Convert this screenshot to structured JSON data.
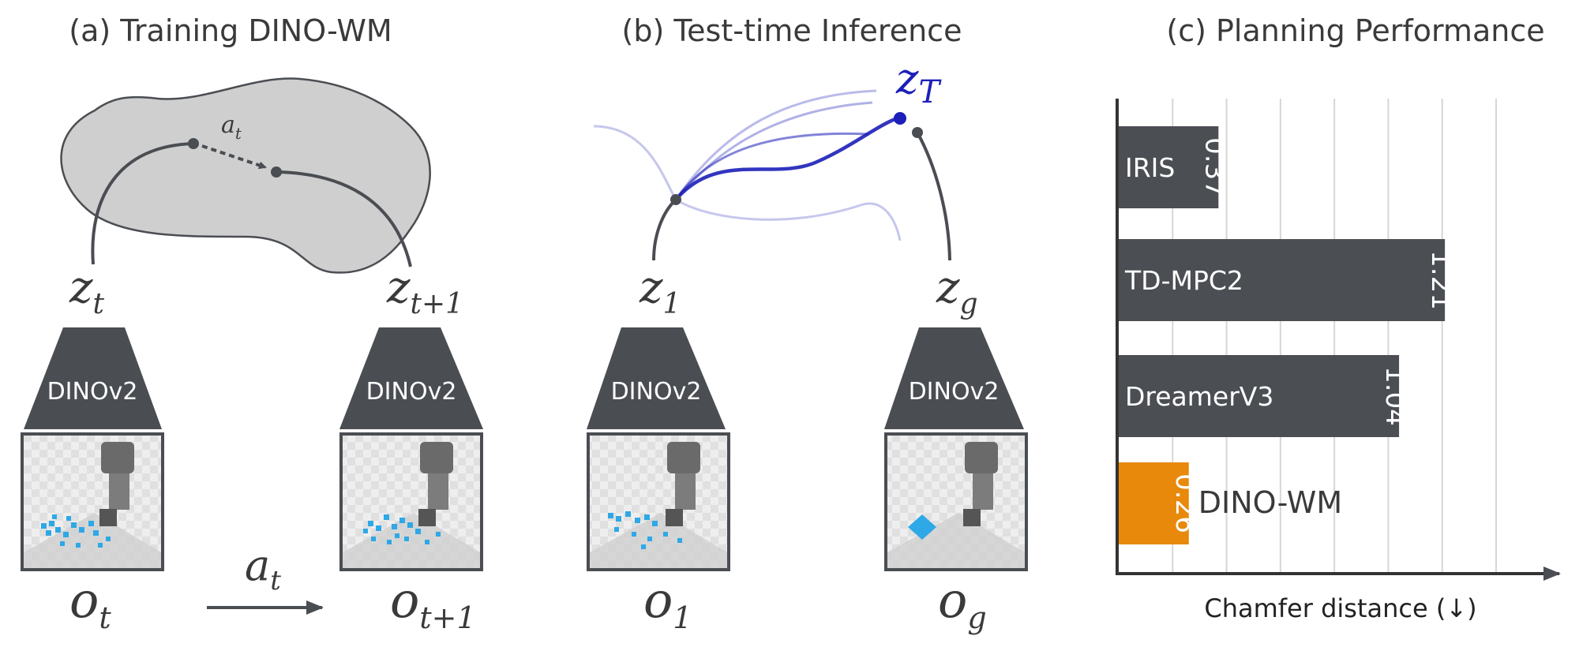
{
  "panels": {
    "a": {
      "title": "(a) Training DINO-WM"
    },
    "b": {
      "title": "(b) Test-time Inference"
    },
    "c": {
      "title": "(c) Planning Performance"
    }
  },
  "latents": {
    "z_t": "z",
    "z_t_sub": "t",
    "z_t1": "z",
    "z_t1_sub": "t+1",
    "z_1": "z",
    "z_1_sub": "1",
    "z_g": "z",
    "z_g_sub": "g",
    "z_T": "z",
    "z_T_sub": "T"
  },
  "observations": {
    "o_t": "o",
    "o_t_sub": "t",
    "o_t1": "o",
    "o_t1_sub": "t+1",
    "o_1": "o",
    "o_1_sub": "1",
    "o_g": "o",
    "o_g_sub": "g"
  },
  "actions": {
    "a_latent": "a",
    "a_latent_sub": "t",
    "a_obs": "a",
    "a_obs_sub": "t"
  },
  "encoders": [
    "DINOv2",
    "DINOv2",
    "DINOv2",
    "DINOv2"
  ],
  "colors": {
    "dark_gray": "#4a4d52",
    "bar_gray": "#4b4e53",
    "highlight": "#e8890c",
    "blue": "#1c1fb8",
    "manifold": "#cfcfcf",
    "particles": "#2ea8e6"
  },
  "chart_data": {
    "type": "bar",
    "orientation": "horizontal",
    "categories": [
      "IRIS",
      "TD-MPC2",
      "DreamerV3",
      "DINO-WM"
    ],
    "values": [
      0.37,
      1.21,
      1.04,
      0.26
    ],
    "value_labels": [
      "0.37",
      "1.21",
      "1.04",
      "0.26"
    ],
    "highlight": "DINO-WM",
    "title": "(c) Planning Performance",
    "xlabel": "Chamfer distance (↓)",
    "xlim": [
      0,
      1.4
    ],
    "grid": true
  }
}
